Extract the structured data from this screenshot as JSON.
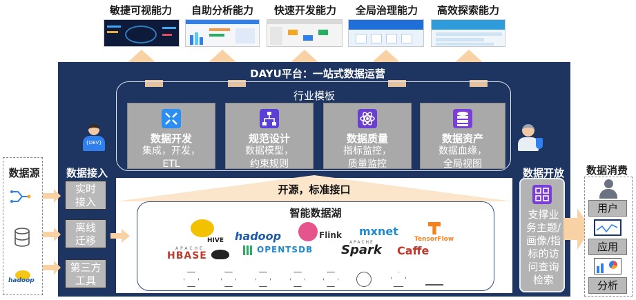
{
  "capabilities": [
    {
      "label": "敏捷可视能力",
      "theme": "#0d1a3a",
      "accent": "#3fa9f5"
    },
    {
      "label": "自助分析能力",
      "theme": "#f4f6fa",
      "accent": "#2f80ed"
    },
    {
      "label": "快速开发能力",
      "theme": "#f4f4f4",
      "accent": "#f5a623"
    },
    {
      "label": "全局治理能力",
      "theme": "#eaf2fb",
      "accent": "#1e6fd9"
    },
    {
      "label": "高效探索能力",
      "theme": "#eef5fb",
      "accent": "#2e9cdb"
    }
  ],
  "platform": {
    "title": "DAYU平台：一站式数据运营",
    "industry_title": "行业模板",
    "modules": [
      {
        "title": "数据开发",
        "line1": "集成，开发，",
        "line2": "ETL",
        "icon": "compress-arrows-icon",
        "icon_color": "#2b8ef0"
      },
      {
        "title": "规范设计",
        "line1": "数据模型，",
        "line2": "约束规则",
        "icon": "hierarchy-icon",
        "icon_color": "#5b3fd6"
      },
      {
        "title": "数据质量",
        "line1": "指标监控，",
        "line2": "质量监控",
        "icon": "atom-icon",
        "icon_color": "#6a3fd0"
      },
      {
        "title": "数据资产",
        "line1": "数据血缘，",
        "line2": "全局视图",
        "icon": "database-stack-icon",
        "icon_color": "#7a3fd6"
      }
    ],
    "open_interface": "开源，标准接口",
    "lake_title": "智能数据湖",
    "open_data_title": "数据开放",
    "open_data_desc": "支撑业务主题/画像/指标的访问查询检索",
    "brand": "#1e3461"
  },
  "sources": {
    "title": "数据源",
    "icons": [
      "stream-icon",
      "database-icon",
      "hadoop-icon"
    ],
    "hadoop_text": "hadoop"
  },
  "ingestion": {
    "title": "数据接入",
    "items": [
      "实时接入",
      "离线迁移",
      "第三方工具"
    ]
  },
  "consumption": {
    "title": "数据消费",
    "items": [
      "用户",
      "应用",
      "分析"
    ]
  },
  "logos": {
    "hive": "HIVE",
    "hadoop": "hadoop",
    "flink": "Flink",
    "mxnet": "mxnet",
    "tensorflow": "TensorFlow",
    "hbase": "HBASE",
    "hbase_sub": "APACHE",
    "opentsdb": "OPENTSDB",
    "spark": "Spark",
    "spark_sub": "APACHE",
    "caffe": "Caffe"
  },
  "personas": {
    "developer_badge": "{DEV}"
  }
}
